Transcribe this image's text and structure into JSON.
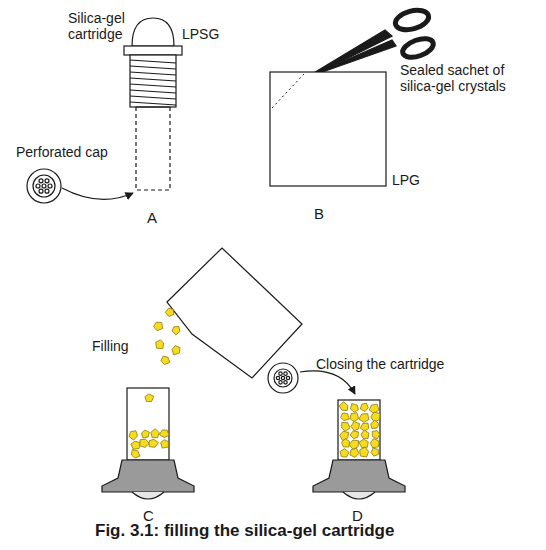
{
  "diagram": {
    "caption": "Fig. 3.1: filling the silica-gel cartridge",
    "labels": [
      "Silica-gel cartridge",
      "LPSG",
      "Perforated cap",
      "A",
      "Sealed sachet of silica-gel crystals",
      "LPG",
      "B",
      "Filling",
      "C",
      "Closing the cartridge",
      "D"
    ]
  }
}
